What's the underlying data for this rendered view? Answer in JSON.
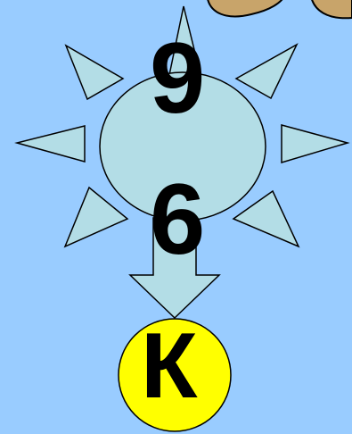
{
  "digits": {
    "top": "9",
    "bottom": "6"
  },
  "circle_letter": "К",
  "colors": {
    "background": "#99ccff",
    "sun_fill": "#b3dde6",
    "stroke": "#000000",
    "circle_fill": "#ffff00",
    "cloud_fill": "#c8a46a"
  }
}
